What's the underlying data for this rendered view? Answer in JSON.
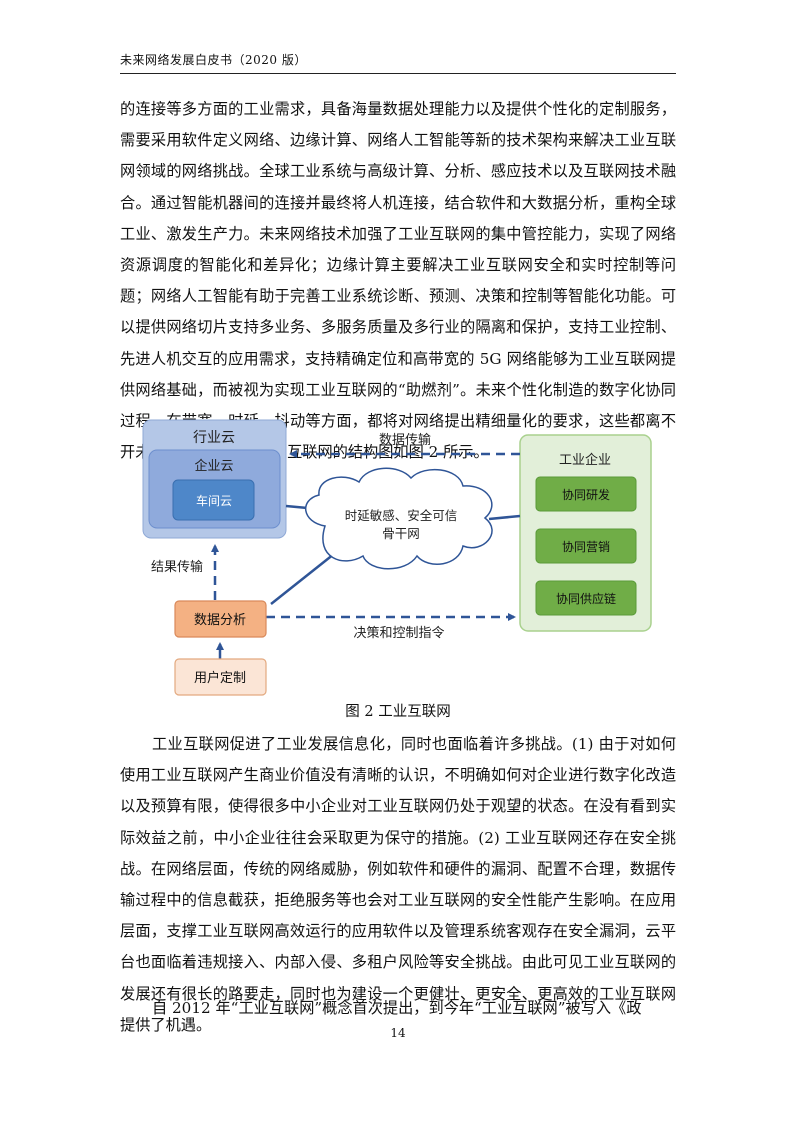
{
  "header": {
    "title": "未来网络发展白皮书（2020 版）"
  },
  "paragraphs": {
    "p1": "的连接等多方面的工业需求，具备海量数据处理能力以及提供个性化的定制服务，需要采用软件定义网络、边缘计算、网络人工智能等新的技术架构来解决工业互联网领域的网络挑战。全球工业系统与高级计算、分析、感应技术以及互联网技术融合。通过智能机器间的连接并最终将人机连接，结合软件和大数据分析，重构全球工业、激发生产力。未来网络技术加强了工业互联网的集中管控能力，实现了网络资源调度的智能化和差异化；边缘计算主要解决工业互联网安全和实时控制等问题；网络人工智能有助于完善工业系统诊断、预测、决策和控制等智能化功能。可以提供网络切片支持多业务、多服务质量及多行业的隔离和保护，支持工业控制、先进人机交互的应用需求，支持精确定位和高带宽的 5G 网络能够为工业互联网提供网络基础，而被视为实现工业互联网的“助燃剂”。未来个性化制造的数字化协同过程，在带宽、时延、抖动等方面，都将对网络提出精细量化的要求，这些都离不开未来网络的支持。工业互联网的结构图如图 2 所示。",
    "p2": "工业互联网促进了工业发展信息化，同时也面临着许多挑战。(1) 由于对如何使用工业互联网产生商业价值没有清晰的认识，不明确如何对企业进行数字化改造以及预算有限，使得很多中小企业对工业互联网仍处于观望的状态。在没有看到实际效益之前，中小企业往往会采取更为保守的措施。(2) 工业互联网还存在安全挑战。在网络层面，传统的网络威胁，例如软件和硬件的漏洞、配置不合理，数据传输过程中的信息截获，拒绝服务等也会对工业互联网的安全性能产生影响。在应用层面，支撑工业互联网高效运行的应用软件以及管理系统客观存在安全漏洞，云平台也面临着违规接入、内部入侵、多租户风险等安全挑战。由此可见工业互联网的发展还有很长的路要走，同时也为建设一个更健壮、更安全、更高效的工业互联网提供了机遇。",
    "p3": "自 2012 年“工业互联网”概念首次提出，到今年“工业互联网”被写入《政"
  },
  "figure": {
    "industry_cloud": "行业云",
    "enterprise_cloud": "企业云",
    "workshop_cloud": "车间云",
    "network_line1": "时延敏感、安全可信",
    "network_line2": "骨干网",
    "industrial_enterprise": "工业企业",
    "collab_rd": "协同研发",
    "collab_marketing": "协同营销",
    "collab_supply": "协同供应链",
    "data_analysis": "数据分析",
    "user_custom": "用户定制",
    "label_data_transfer": "数据传输",
    "label_result_transfer": "结果传输",
    "label_decision": "决策和控制指令",
    "caption": "图 2   工业互联网"
  },
  "page_number": "14"
}
